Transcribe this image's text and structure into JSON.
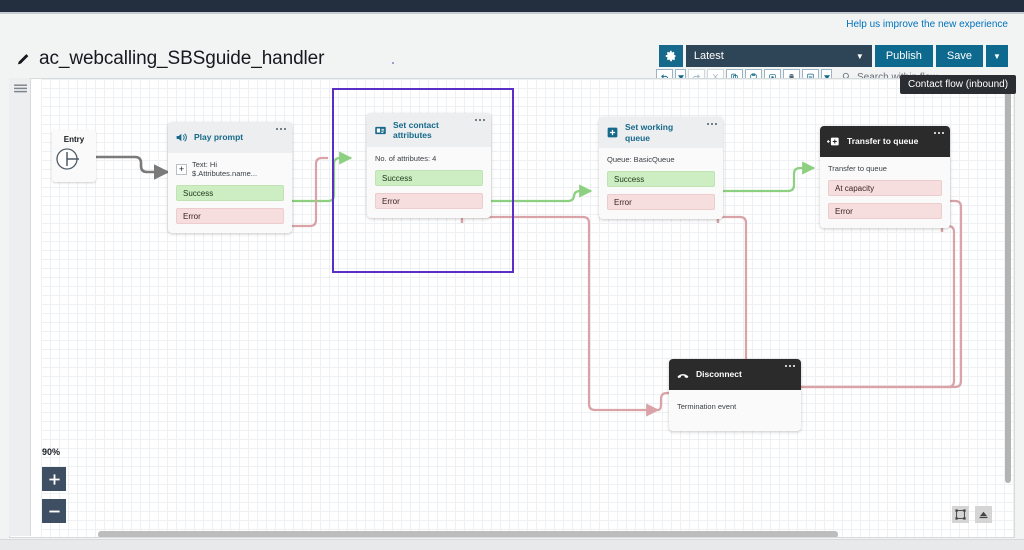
{
  "header": {
    "help_link": "Help us improve the new experience",
    "edit_icon": "pencil-icon",
    "flow_title": "ac_webcalling_SBSguide_handler"
  },
  "toolbar": {
    "gear_icon": "gear-icon",
    "version_value": "Latest",
    "version_caret": "▼",
    "publish_label": "Publish",
    "save_label": "Save",
    "save_caret": "▼",
    "buttons": [
      {
        "name": "undo-button",
        "icon": "undo-icon"
      },
      {
        "name": "undo-dropdown-button",
        "icon": "caret-down-icon"
      },
      {
        "name": "redo-button",
        "icon": "redo-icon"
      },
      {
        "name": "cut-button",
        "icon": "scissors-icon"
      },
      {
        "name": "copy-button",
        "icon": "copy-icon"
      },
      {
        "name": "paste-button",
        "icon": "clipboard-icon"
      },
      {
        "name": "duplicate-button",
        "icon": "duplicate-icon"
      },
      {
        "name": "delete-button",
        "icon": "trash-icon"
      },
      {
        "name": "notes-button",
        "icon": "document-icon"
      },
      {
        "name": "notes-dropdown-button",
        "icon": "caret-down-icon"
      }
    ],
    "search_placeholder": "Search within flow",
    "search_value": "",
    "search_icon": "search-icon",
    "prev_match_icon": "chevron-up-icon",
    "next_match_icon": "chevron-down-icon"
  },
  "tooltip": {
    "text": "Contact flow (inbound)"
  },
  "canvas": {
    "hamburger_icon": "hamburger-icon",
    "zoom_level": "90%",
    "zoom_in_icon": "plus-icon",
    "zoom_out_icon": "minus-icon",
    "fit_to_screen_icon": "fit-to-screen-icon",
    "align_icon": "align-icon",
    "entry": {
      "label": "Entry",
      "icon": "entry-icon"
    }
  },
  "nodes": [
    {
      "id": "play-prompt",
      "title": "Play prompt",
      "icon": "speaker-icon",
      "menu_icon": "more-options-icon",
      "desc": "Text: Hi $.Attributes.name...",
      "desc_prefix_icon": "plus-icon",
      "dark": false,
      "ports": [
        {
          "label": "Success",
          "type": "success"
        },
        {
          "label": "Error",
          "type": "error"
        }
      ]
    },
    {
      "id": "set-contact-attributes",
      "title": "Set contact attributes",
      "icon": "attributes-icon",
      "menu_icon": "more-options-icon",
      "desc": "No. of attributes: 4",
      "dark": false,
      "selected": true,
      "ports": [
        {
          "label": "Success",
          "type": "success"
        },
        {
          "label": "Error",
          "type": "error"
        }
      ]
    },
    {
      "id": "set-working-queue",
      "title": "Set working queue",
      "icon": "queue-icon",
      "menu_icon": "more-options-icon",
      "desc": "Queue: BasicQueue",
      "dark": false,
      "ports": [
        {
          "label": "Success",
          "type": "success"
        },
        {
          "label": "Error",
          "type": "error"
        }
      ]
    },
    {
      "id": "transfer-to-queue",
      "title": "Transfer to queue",
      "icon": "transfer-icon",
      "menu_icon": "more-options-icon",
      "desc": "Transfer to queue",
      "dark": true,
      "ports": [
        {
          "label": "At capacity",
          "type": "error"
        },
        {
          "label": "Error",
          "type": "error"
        }
      ]
    },
    {
      "id": "disconnect",
      "title": "Disconnect",
      "icon": "hangup-icon",
      "menu_icon": "more-options-icon",
      "desc": "Termination event",
      "dark": true,
      "ports": []
    }
  ],
  "colors": {
    "topbar": "#232f3e",
    "accent_blue": "#0d6a8e",
    "link_blue": "#0073bb",
    "success_green": "#cdeec3",
    "error_pink": "#f6dede",
    "selection_purple": "#5b2ec7",
    "connector_green": "#8ed081",
    "connector_pink": "#d9a3a8",
    "connector_gray": "#7a7a7a"
  }
}
